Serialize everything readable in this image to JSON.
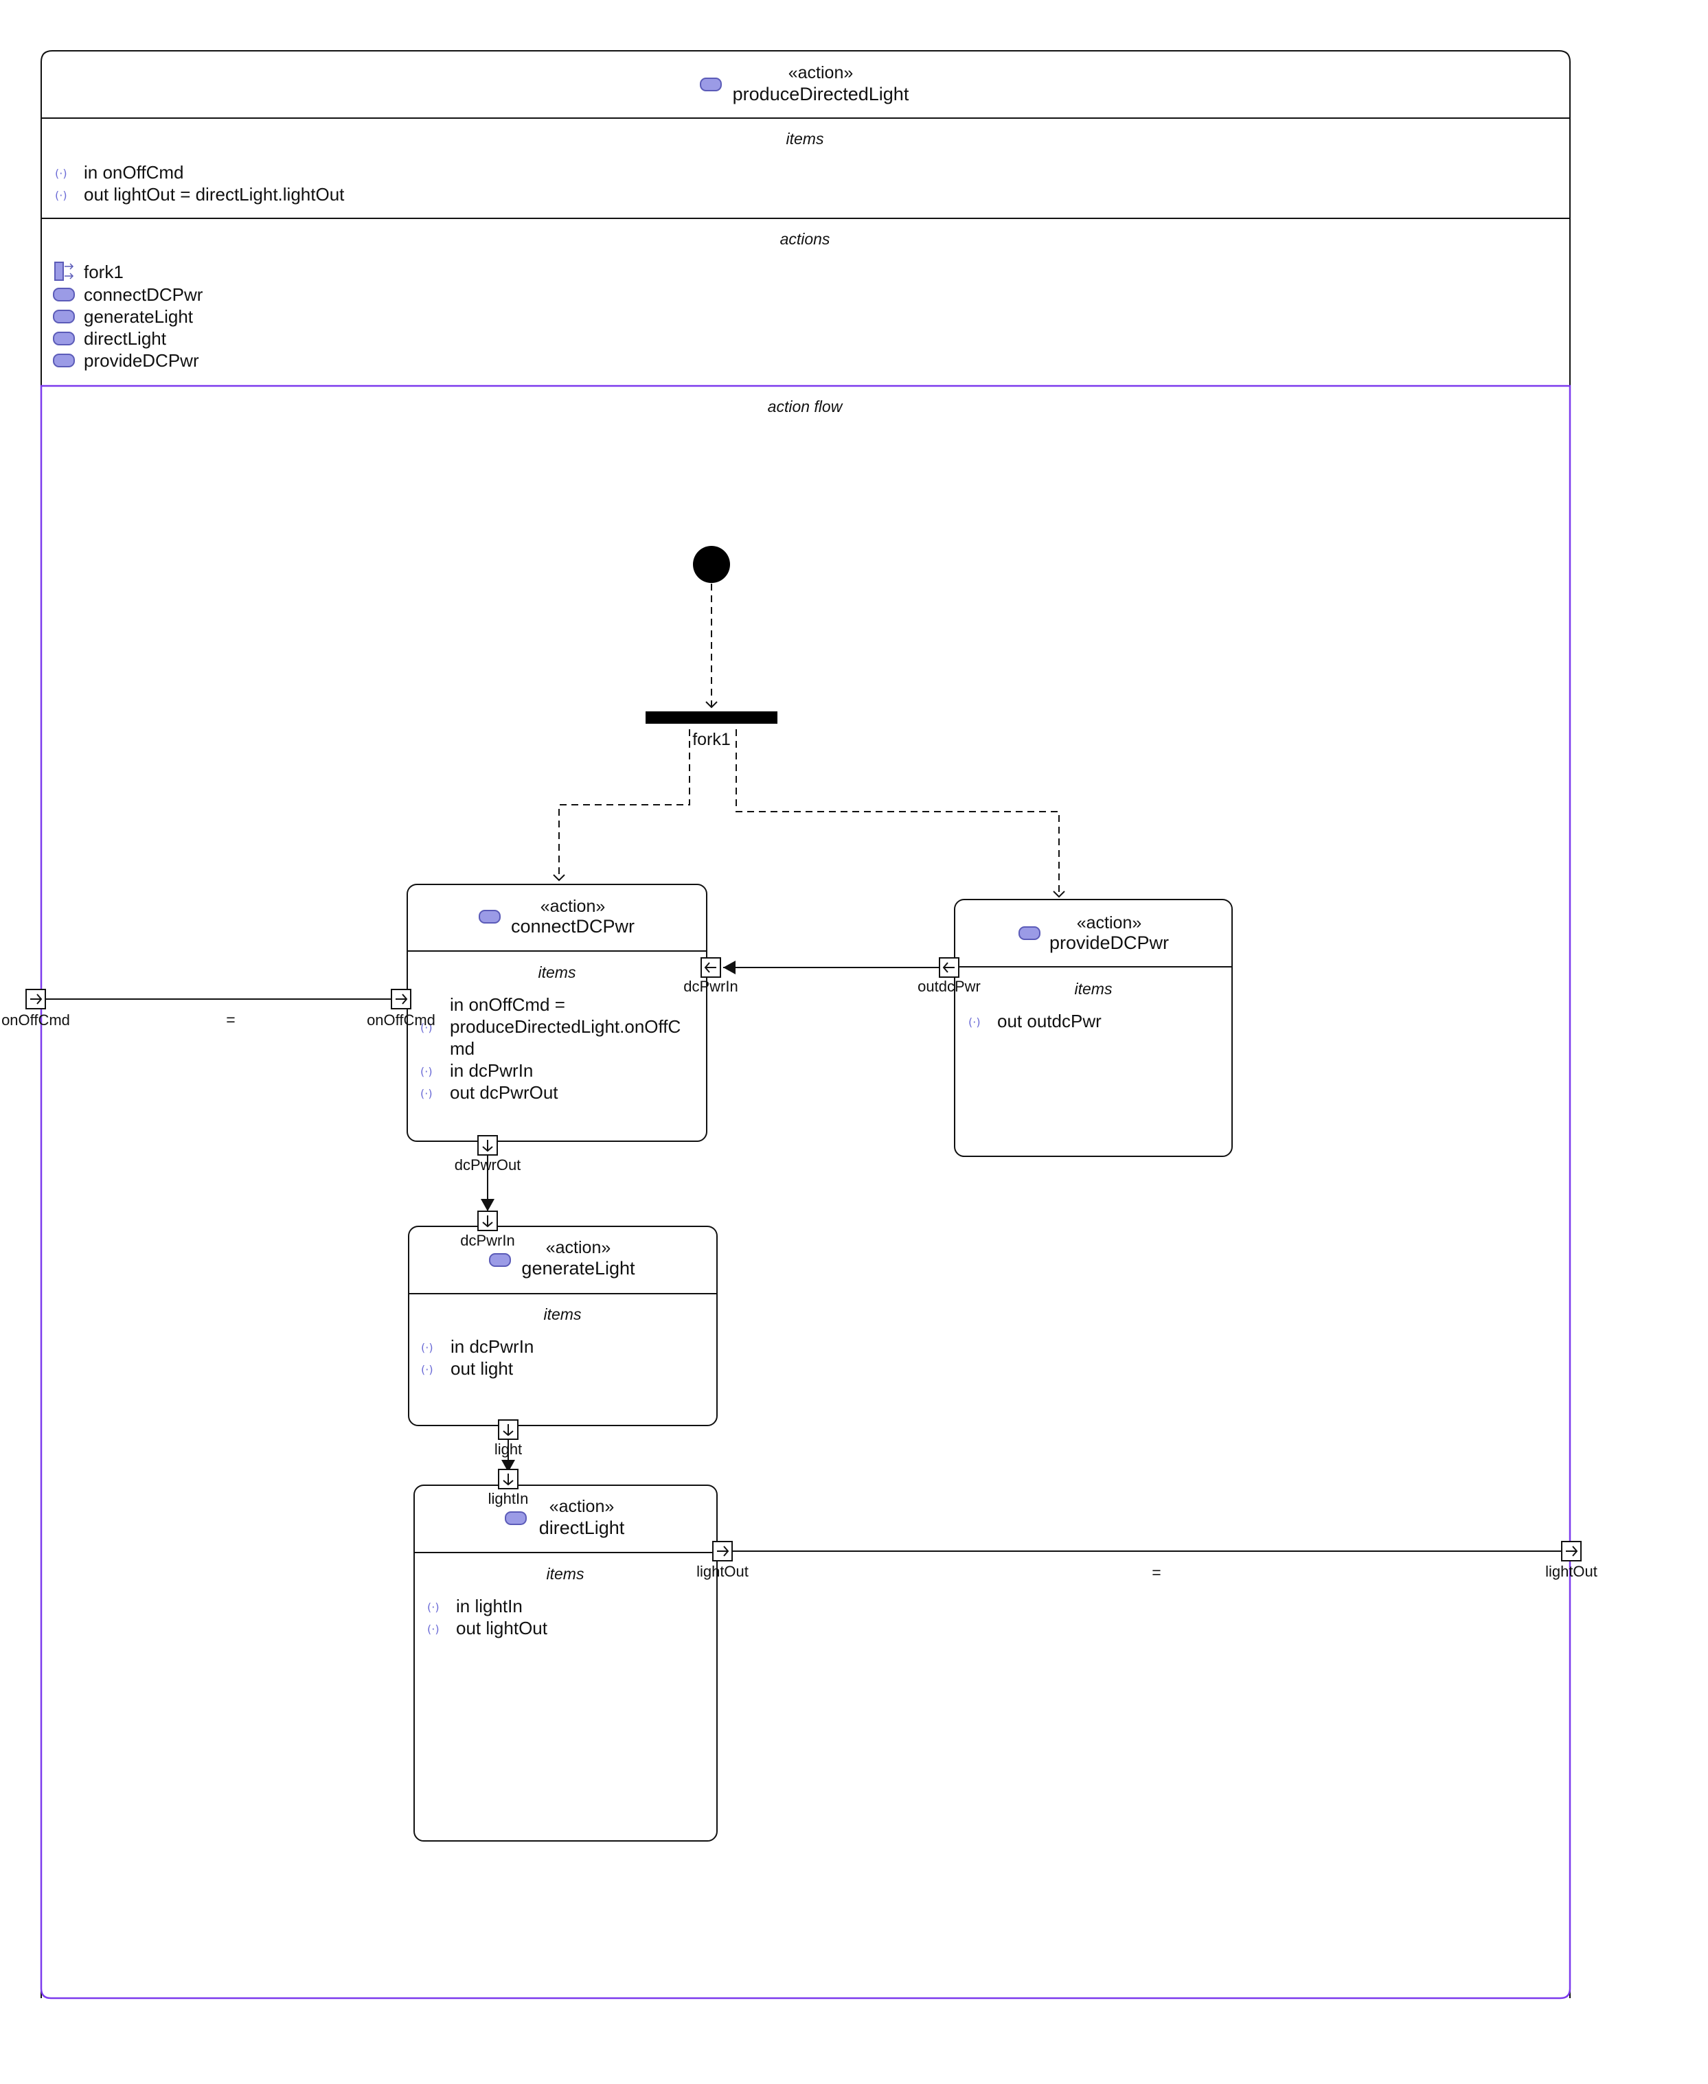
{
  "colors": {
    "line": "#111111",
    "accent_purple": "#7c3aed",
    "action_icon_fill": "#9b9be6",
    "action_icon_stroke": "#5b5bb8",
    "item_icon": "#6b6bd6"
  },
  "outer": {
    "stereotype": "«action»",
    "name": "produceDirectedLight",
    "items_header": "items",
    "items": [
      "in onOffCmd",
      "out lightOut = directLight.lightOut"
    ],
    "actions_header": "actions",
    "actions": [
      "fork1",
      "connectDCPwr",
      "generateLight",
      "directLight",
      "provideDCPwr"
    ],
    "flow_header": "action flow"
  },
  "fork": {
    "label": "fork1"
  },
  "nodes": {
    "connect": {
      "stereotype": "«action»",
      "name": "connectDCPwr",
      "items_header": "items",
      "items": [
        {
          "lines": [
            "in onOffCmd =",
            "produceDirectedLight.onOffC",
            "md"
          ]
        },
        {
          "lines": [
            "in dcPwrIn"
          ]
        },
        {
          "lines": [
            "out dcPwrOut"
          ]
        }
      ]
    },
    "provide": {
      "stereotype": "«action»",
      "name": "provideDCPwr",
      "items_header": "items",
      "items": [
        {
          "lines": [
            "out outdcPwr"
          ]
        }
      ]
    },
    "generate": {
      "stereotype": "«action»",
      "name": "generateLight",
      "items_header": "items",
      "items": [
        {
          "lines": [
            "in dcPwrIn"
          ]
        },
        {
          "lines": [
            "out light"
          ]
        }
      ]
    },
    "direct": {
      "stereotype": "«action»",
      "name": "directLight",
      "items_header": "items",
      "items": [
        {
          "lines": [
            "in lightIn"
          ]
        },
        {
          "lines": [
            "out lightOut"
          ]
        }
      ]
    }
  },
  "ports": {
    "outer_onOffCmd": "onOffCmd",
    "connect_onOffCmd": "onOffCmd",
    "connect_dcPwrIn": "dcPwrIn",
    "provide_outdcPwr": "outdcPwr",
    "connect_dcPwrOut": "dcPwrOut",
    "generate_dcPwrIn": "dcPwrIn",
    "generate_light": "light",
    "direct_lightIn": "lightIn",
    "direct_lightOut": "lightOut",
    "outer_lightOut": "lightOut"
  },
  "bindings": {
    "onOffCmd_eq": "=",
    "lightOut_eq": "="
  }
}
